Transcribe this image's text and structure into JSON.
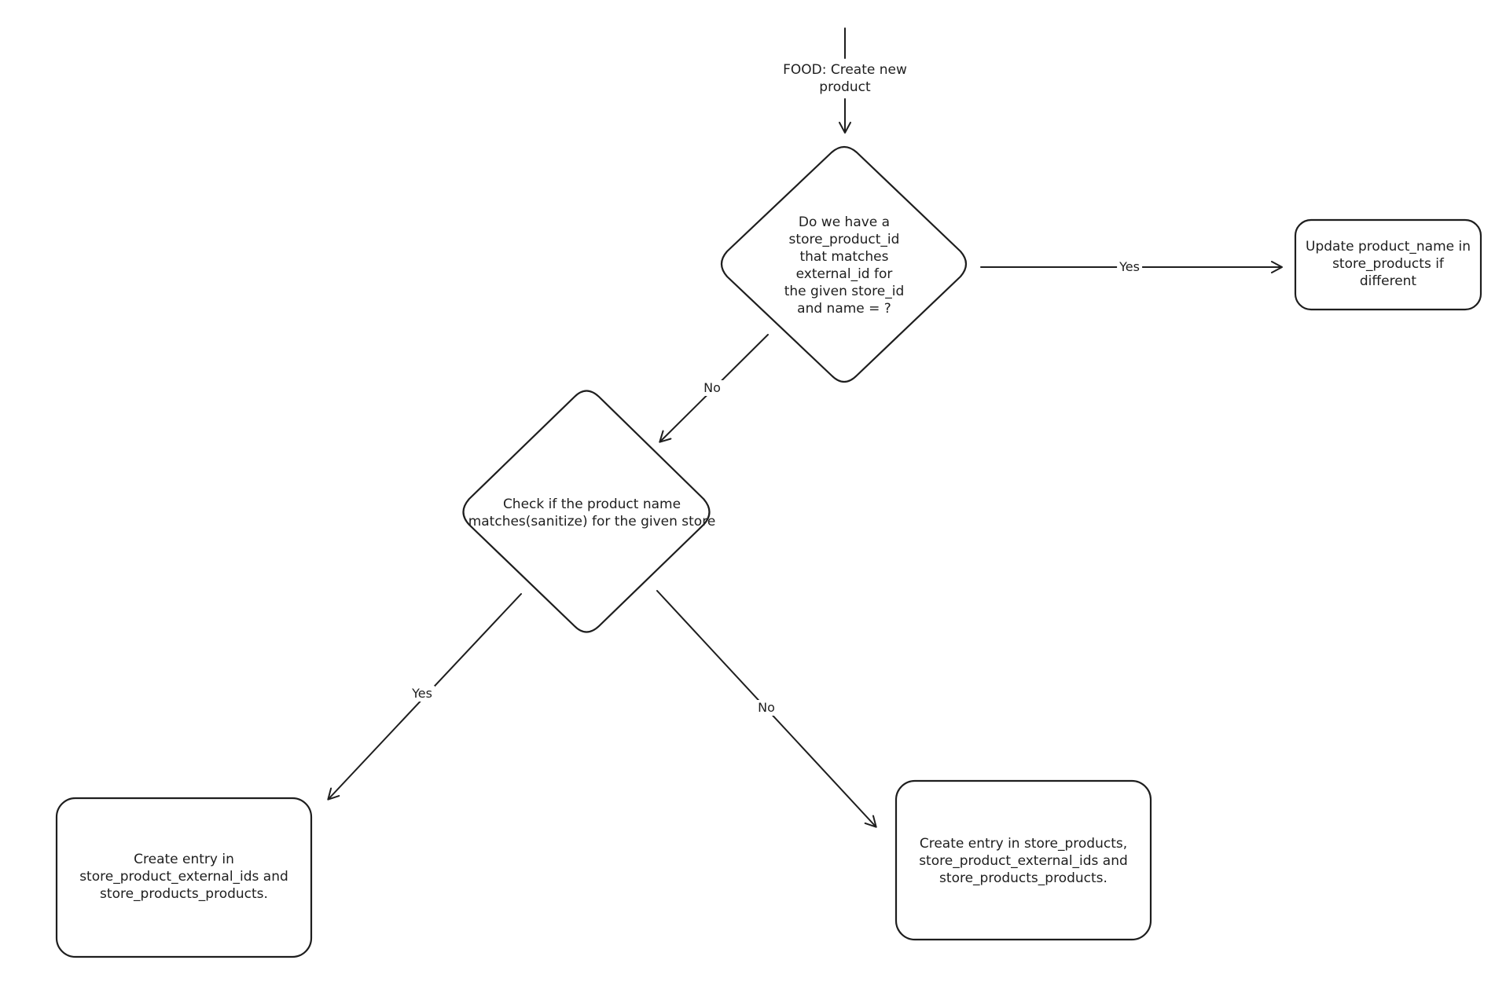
{
  "diagram": {
    "start_label": "FOOD: Create new\nproduct",
    "decision_1": "Do we have a\nstore_product_id\nthat matches\nexternal_id for\nthe given store_id\nand name = ?",
    "decision_2": "Check if the product name\nmatches(sanitize) for the given store",
    "update_box": "Update product_name in\nstore_products if\ndifferent",
    "create_left_box": "Create entry in\nstore_product_external_ids and\nstore_products_products.",
    "create_right_box": "Create entry in store_products,\nstore_product_external_ids and\nstore_products_products.",
    "edge_yes_right": "Yes",
    "edge_no_left": "No",
    "edge_yes_down_left": "Yes",
    "edge_no_down_right": "No"
  },
  "colors": {
    "stroke": "#1e1e1e",
    "background": "#ffffff"
  }
}
